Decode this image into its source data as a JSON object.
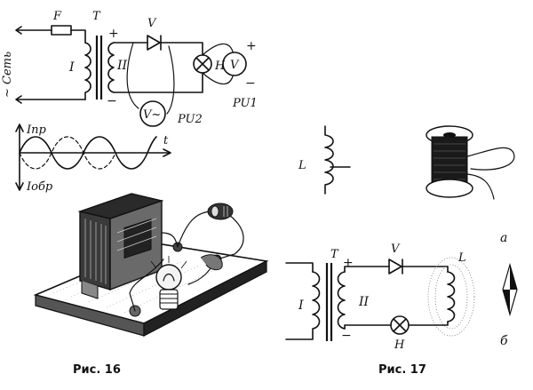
{
  "fig16": {
    "caption": "Рис. 16",
    "fuse": "F",
    "transformer": "T",
    "mains": "~ Сеть",
    "winding_primary": "I",
    "winding_secondary": "II",
    "plus": "+",
    "minus": "−",
    "diode": "V",
    "lamp": "H",
    "voltmeter_dc": "V",
    "voltmeter_ac": "V~",
    "pu1": "PU1",
    "pu2": "PU2",
    "graph": {
      "i_forward": "Iпр",
      "i_reverse": "Iобр",
      "time": "t"
    }
  },
  "fig17": {
    "caption": "Рис. 17",
    "coil_label_top": "L",
    "coil_label_bottom": "L",
    "transformer": "T",
    "winding_primary": "I",
    "winding_secondary": "II",
    "plus": "+",
    "minus": "−",
    "diode": "V",
    "lamp": "H",
    "label_a": "а",
    "label_b": "б"
  }
}
